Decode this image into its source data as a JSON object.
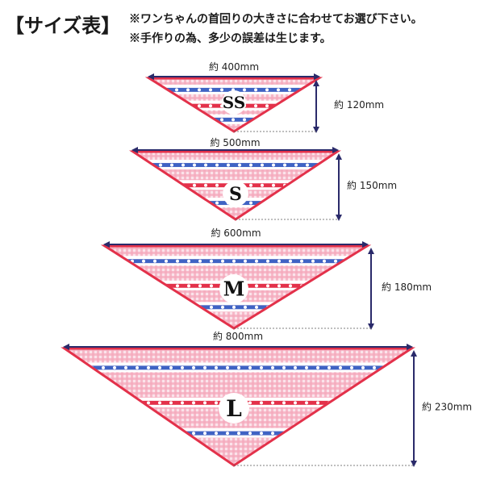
{
  "header": {
    "title": "【サイズ表】",
    "note1": "※ワンちゃんの首回りの大きさに合わせてお選び下さい。",
    "note2": "※手作りの為、多少の誤差は生じます。"
  },
  "sizes": [
    {
      "name": "SS",
      "width_label": "約 400mm",
      "height_label": "約 120mm"
    },
    {
      "name": "S",
      "width_label": "約 500mm",
      "height_label": "約 150mm"
    },
    {
      "name": "M",
      "width_label": "約 600mm",
      "height_label": "約 180mm"
    },
    {
      "name": "L",
      "width_label": "約 800mm",
      "height_label": "約 230mm"
    }
  ],
  "colors": {
    "gingham": "#f4a9bc",
    "border_red": "#e3314a",
    "band_blue": "#3f63c4",
    "arrow": "#2a2a6a"
  }
}
